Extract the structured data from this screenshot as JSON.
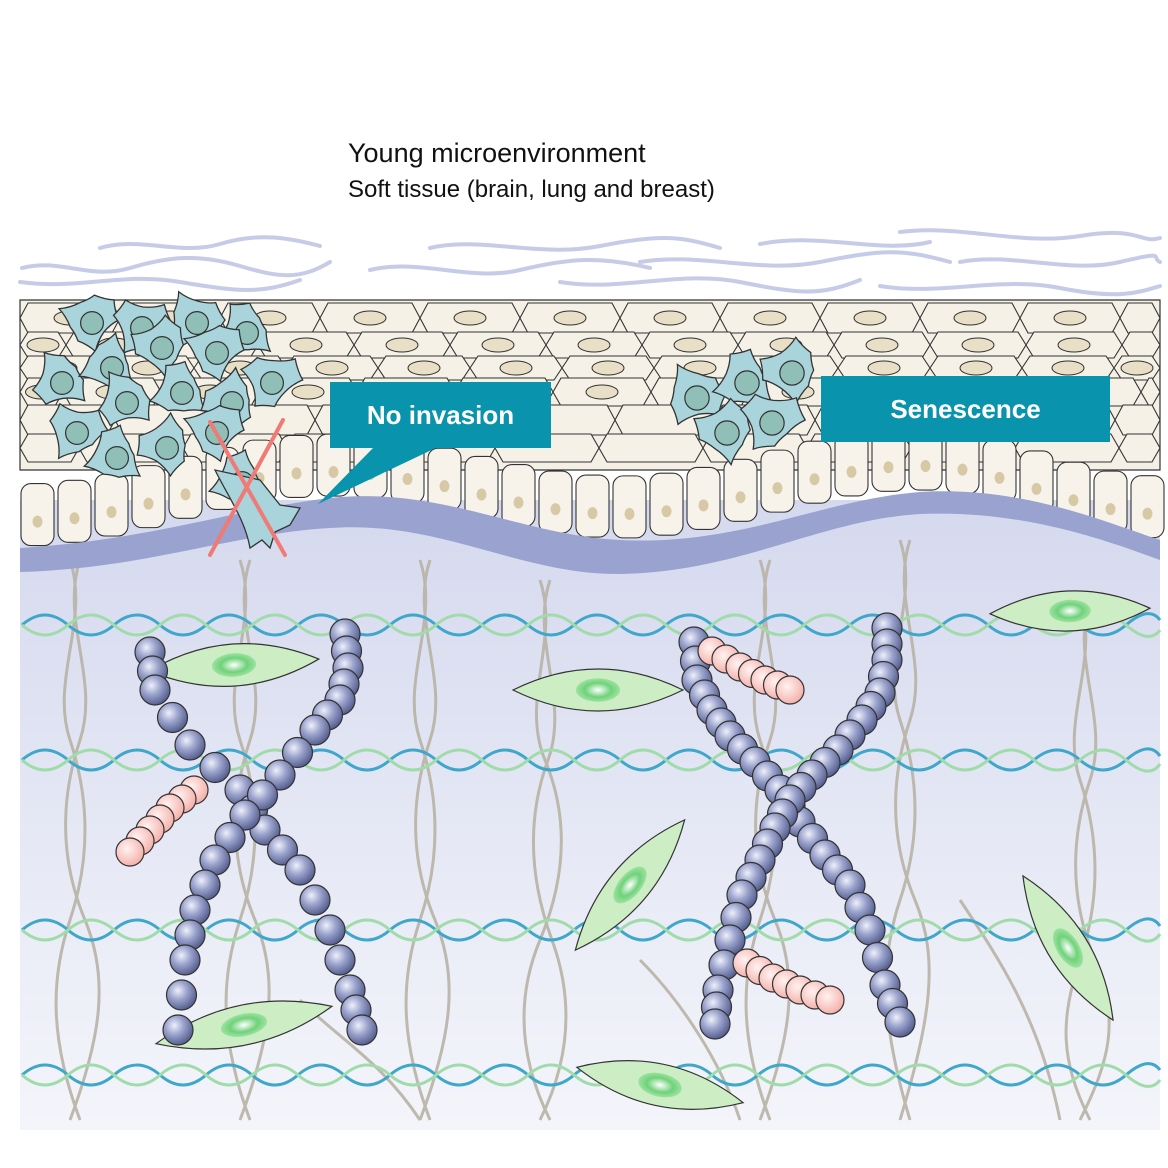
{
  "header": {
    "title": "Young microenvironment",
    "subtitle": "Soft tissue (brain, lung and breast)"
  },
  "callouts": {
    "invasion": "No invasion",
    "senescence": "Senescence"
  },
  "colors": {
    "callout": "#0a93ad",
    "tumor_cell": "#a9d4dc",
    "epithelium": "#f4f0e6",
    "basement_membrane": "#9aa3cf",
    "ecm_background": "#dde1f1",
    "fibroblast": "#cdeec5",
    "collagen_bead": "#6b74a8",
    "pink_bead": "#f6b7b2",
    "cross_mark": "#ef7a76"
  },
  "icons": [
    "tumor-cell-cluster-icon",
    "cross-mark-icon",
    "fibroblast-icon",
    "collagen-chain-icon",
    "fiber-helix-icon"
  ]
}
